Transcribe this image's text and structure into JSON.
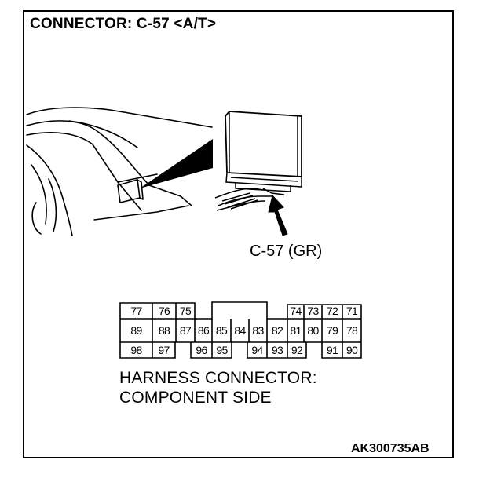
{
  "title": "CONNECTOR: C-57 <A/T>",
  "connector_label": "C-57 (GR)",
  "caption_line1": "HARNESS CONNECTOR:",
  "caption_line2": "COMPONENT SIDE",
  "figure_id": "AK300735AB",
  "pins_row1": [
    "77",
    "76",
    "75",
    "74",
    "73",
    "72",
    "71"
  ],
  "pins_row2": [
    "89",
    "88",
    "87",
    "86",
    "85",
    "84",
    "83",
    "82",
    "81",
    "80",
    "79",
    "78"
  ],
  "pins_row3": [
    "98",
    "97",
    "96",
    "95",
    "94",
    "93",
    "92",
    "91",
    "90"
  ]
}
